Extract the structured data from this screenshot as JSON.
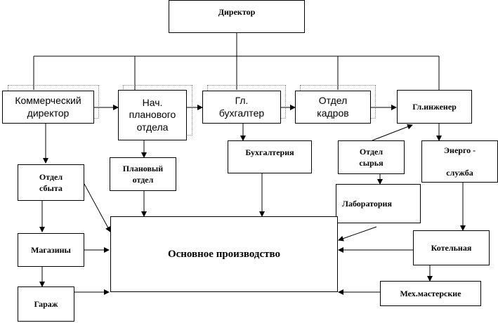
{
  "nodes": {
    "director": "Директор",
    "commercial_director": "Коммерческий\nдиректор",
    "planning_head": "Нач.\nпланового\nотдела",
    "chief_accountant": "Гл.\nбухгалтер",
    "hr_department": "Отдел\nкадров",
    "chief_engineer": "Гл.инженер",
    "sales_department": "Отдел\nсбыта",
    "planning_department": "Плановый\nотдел",
    "accounting": "Бухгалтерия",
    "raw_materials_department": "Отдел\nсырья",
    "energy_service": "Энерго -\n\nслужба",
    "laboratory": "Лаборатория",
    "shops": "Магазины",
    "main_production": "Основное производство",
    "boiler_room": "Котельная",
    "garage": "Гараж",
    "mechanical_workshops": "Мех.мастерские"
  },
  "colors": {
    "line": "#000000",
    "box_border": "#000000",
    "shadow_border": "#888888",
    "background": "#ffffff"
  }
}
